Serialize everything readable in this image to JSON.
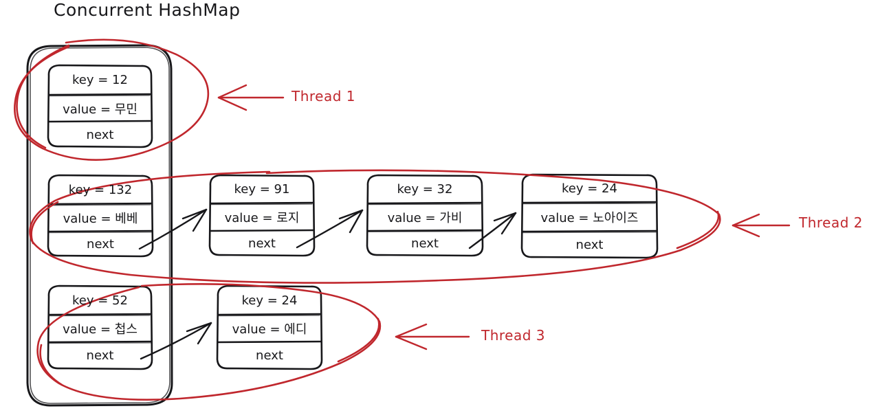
{
  "title": "Concurrent HashMap",
  "colors": {
    "ink": "#17171a",
    "annotation_red": "#c0272d",
    "background": "#ffffff"
  },
  "labels": {
    "key_prefix": "key = ",
    "value_prefix": "value = ",
    "next": "next"
  },
  "buckets": [
    {
      "index": 0,
      "nodes": [
        {
          "key": "key = 12",
          "value": "value = 무민",
          "next": "next"
        }
      ]
    },
    {
      "index": 1,
      "nodes": [
        {
          "key": "key = 132",
          "value": "value = 베베",
          "next": "next"
        },
        {
          "key": "key = 91",
          "value": "value = 로지",
          "next": "next"
        },
        {
          "key": "key = 32",
          "value": "value = 가비",
          "next": "next"
        },
        {
          "key": "key = 24",
          "value": "value = 노아이즈",
          "next": "next"
        }
      ]
    },
    {
      "index": 2,
      "nodes": [
        {
          "key": "key = 52",
          "value": "value = 첩스",
          "next": "next"
        },
        {
          "key": "key = 24",
          "value": "value = 에디",
          "next": "next"
        }
      ]
    }
  ],
  "threads": [
    {
      "id": "thread-1",
      "label": "Thread 1"
    },
    {
      "id": "thread-2",
      "label": "Thread 2"
    },
    {
      "id": "thread-3",
      "label": "Thread 3"
    }
  ]
}
